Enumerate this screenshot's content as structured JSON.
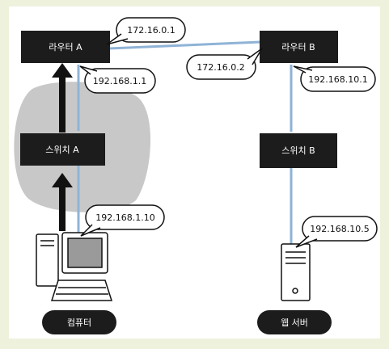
{
  "colors": {
    "background": "#eef1dc",
    "device_box": "#1c1c1c",
    "network_line": "#8fb3d6",
    "segment_blob": "#c8c8c8",
    "arrow": "#111111"
  },
  "devices": {
    "router_a": "라우터 A",
    "router_b": "라우터 B",
    "switch_a": "스위치 A",
    "switch_b": "스위치 B",
    "computer": "컴퓨터",
    "web_server": "웹 서버"
  },
  "addresses": {
    "router_a_wan": "172.16.0.1",
    "router_a_lan": "192.168.1.1",
    "router_b_wan": "172.16.0.2",
    "router_b_lan": "192.168.10.1",
    "computer": "192.168.1.10",
    "web_server": "192.168.10.5"
  },
  "icons": [
    "computer-icon",
    "server-icon",
    "arrow-up-icon"
  ]
}
